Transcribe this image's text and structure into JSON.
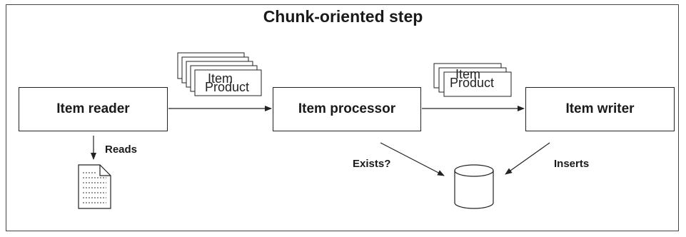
{
  "title": "Chunk-oriented step",
  "components": {
    "reader": "Item reader",
    "processor": "Item processor",
    "writer": "Item writer"
  },
  "stacks": {
    "front_label": "Product",
    "back_label": "Item"
  },
  "edge_labels": {
    "reads": "Reads",
    "exists": "Exists?",
    "inserts": "Inserts"
  },
  "icons": {
    "file": "document-icon",
    "database": "database-icon"
  }
}
